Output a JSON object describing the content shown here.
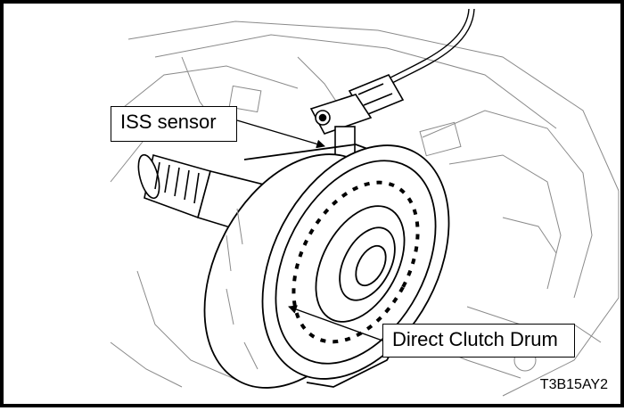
{
  "labels": {
    "iss_sensor": "ISS sensor",
    "direct_clutch_drum": "Direct Clutch Drum",
    "figure_code": "T3B15AY2"
  },
  "colors": {
    "line": "#000000",
    "background": "#ffffff",
    "faint": "#8a8a8a"
  }
}
